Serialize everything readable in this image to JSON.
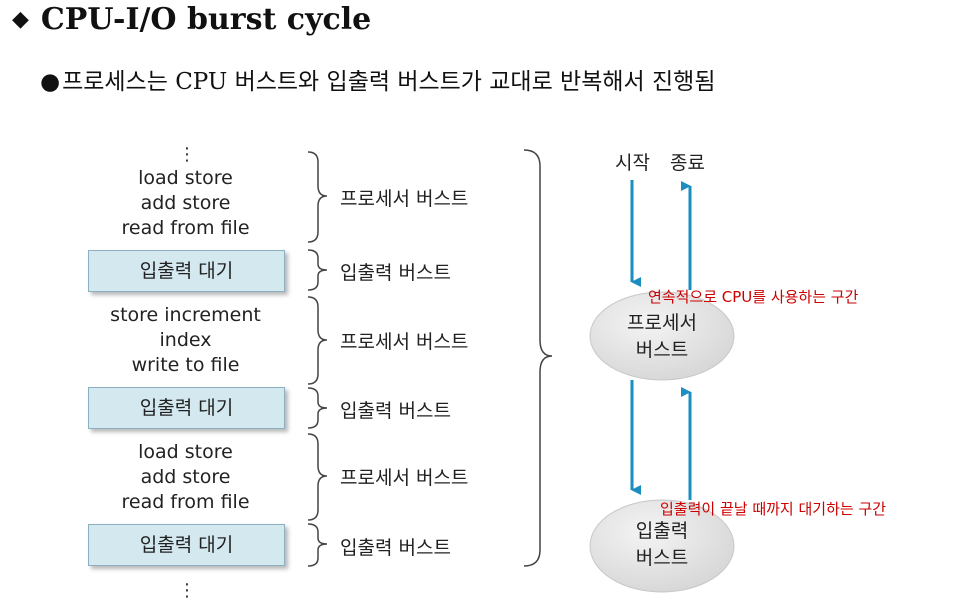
{
  "title": "CPU-I/O burst cycle",
  "subtitle": {
    "bullet": "●",
    "pre": "프로세스는 ",
    "cpu": "CPU",
    "post": " 버스트와 입출력 버스트가 교대로 반복해서 진행됨"
  },
  "dots": "⋮",
  "blocks": [
    {
      "lines": [
        "load store",
        "add store",
        "read from file"
      ],
      "label": "프로세서 버스트"
    },
    {
      "wait": "입출력 대기",
      "label": "입출력 버스트"
    },
    {
      "lines": [
        "store increment",
        "index",
        "write to file"
      ],
      "label": "프로세서 버스트"
    },
    {
      "wait": "입출력 대기",
      "label": "입출력 버스트"
    },
    {
      "lines": [
        "load store",
        "add store",
        "read from file"
      ],
      "label": "프로세서 버스트"
    },
    {
      "wait": "입출력 대기",
      "label": "입출력 버스트"
    }
  ],
  "cycle": {
    "start": "시작",
    "end": "종료",
    "cpu_burst": [
      "프로세서",
      "버스트"
    ],
    "io_burst": [
      "입출력",
      "버스트"
    ]
  },
  "notes": {
    "cpu": "연속적으로 CPU를 사용하는 구간",
    "io": "입출력이 끝날 때까지 대기하는 구간"
  },
  "colors": {
    "arrow": "#1a8fbf",
    "wait_fill": "#d4e8f0",
    "note": "#cc0000"
  }
}
